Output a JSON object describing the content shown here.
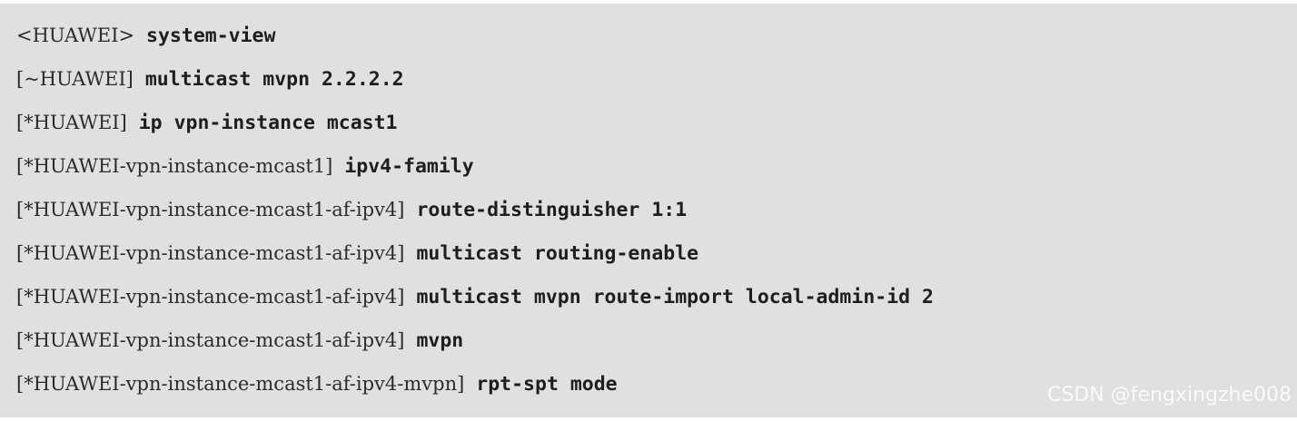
{
  "terminal": {
    "lines": [
      {
        "prompt": "<HUAWEI>",
        "command": "system-view"
      },
      {
        "prompt": "[~HUAWEI]",
        "command": "multicast mvpn 2.2.2.2"
      },
      {
        "prompt": "[*HUAWEI]",
        "command": "ip vpn-instance mcast1"
      },
      {
        "prompt": "[*HUAWEI-vpn-instance-mcast1]",
        "command": "ipv4-family"
      },
      {
        "prompt": "[*HUAWEI-vpn-instance-mcast1-af-ipv4]",
        "command": "route-distinguisher 1:1"
      },
      {
        "prompt": "[*HUAWEI-vpn-instance-mcast1-af-ipv4]",
        "command": "multicast routing-enable"
      },
      {
        "prompt": "[*HUAWEI-vpn-instance-mcast1-af-ipv4]",
        "command": "multicast mvpn route-import local-admin-id 2"
      },
      {
        "prompt": "[*HUAWEI-vpn-instance-mcast1-af-ipv4]",
        "command": "mvpn"
      },
      {
        "prompt": "[*HUAWEI-vpn-instance-mcast1-af-ipv4-mvpn]",
        "command": "rpt-spt mode"
      }
    ]
  },
  "watermark": "CSDN @fengxingzhe008",
  "colors": {
    "background": "#e0e0e0",
    "text": "#1a1a1a",
    "watermark": "#ffffff"
  }
}
